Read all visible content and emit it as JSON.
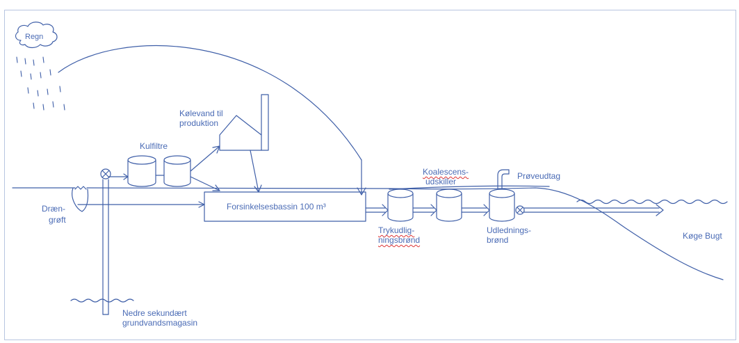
{
  "colors": {
    "stroke": "#3f5fa8",
    "text": "#4a6bb5",
    "frame": "#b7c5e0",
    "spellcheck": "#d33333"
  },
  "labels": {
    "rain": "Regn",
    "cooling_water_line1": "Kølevand til",
    "cooling_water_line2": "produktion",
    "carbon_filters": "Kulfiltre",
    "drain_ditch_line1": "Dræn-",
    "drain_ditch_line2": "grøft",
    "basin": "Forsinkelsesbassin 100 m³",
    "coalescence_line1": "Koalescens-",
    "coalescence_line2": "udskiller",
    "sample_outlet": "Prøveudtag",
    "pressure_eq_line1": "Trykudlig-",
    "pressure_eq_line2": "ningsbrønd",
    "discharge_well_line1": "Udlednings-",
    "discharge_well_line2": "brønd",
    "koge_bay": "Køge Bugt",
    "aquifer_line1": "Nedre sekundært",
    "aquifer_line2": "grundvandsmagasin"
  }
}
